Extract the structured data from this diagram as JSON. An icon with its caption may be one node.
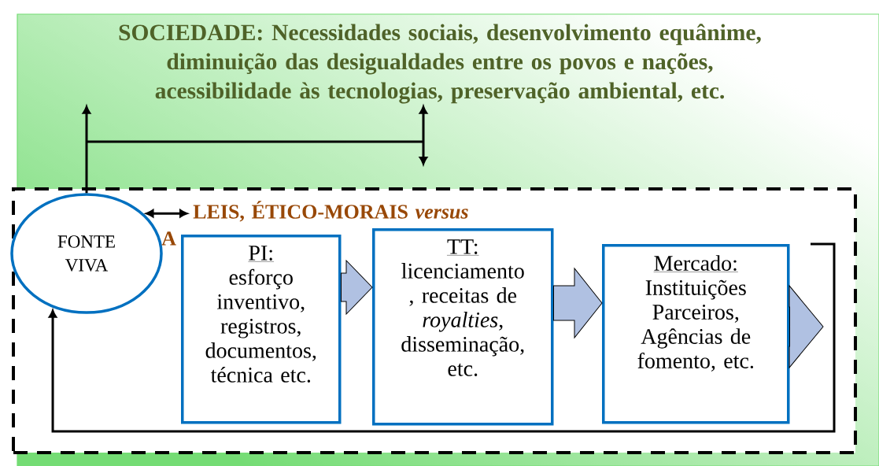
{
  "diagram": {
    "nodes": [
      {
        "text": [
          "SOCIEDADE: Necessidades sociais, desenvolvimento equânime, diminuição das desigualdades entre os povos e nações, acessibilidade às tecnologias, preservação ambiental, etc."
        ]
      },
      {
        "text": [],
        "shape": "box"
      },
      {
        "text": [
          "FONTE VIVA"
        ],
        "in": 1
      },
      {
        "text": [
          "LEIS, ÉTICO-MORAIS *versus* A"
        ],
        "in": 1
      },
      {
        "text": [
          "PI:",
          "esforço inventivo, registros, documentos, técnica etc."
        ],
        "in": 1
      },
      {
        "text": [
          "TT:",
          "licenciamento , receitas de *royalties*, disseminação, etc."
        ],
        "in": 1
      },
      {
        "text": [
          "Mercado:",
          "Instituições Parceiros, Agências de fomento, etc."
        ],
        "in": 1
      }
    ],
    "edges": [
      {
        "from": 2,
        "to": 0,
        "arrow": "to"
      },
      {
        "from": 1,
        "to": 0,
        "arrow": "both"
      },
      {
        "from": 2,
        "to": 3,
        "arrow": "both"
      },
      {
        "from": 4,
        "to": 5,
        "arrow": "to",
        "style": "thick"
      },
      {
        "from": 5,
        "to": 6,
        "arrow": "to",
        "style": "thick"
      },
      {
        "from": 6,
        "to": null,
        "arrow": "to",
        "style": "thick"
      },
      {
        "from": null,
        "to": 2,
        "arrow": "to"
      }
    ]
  }
}
